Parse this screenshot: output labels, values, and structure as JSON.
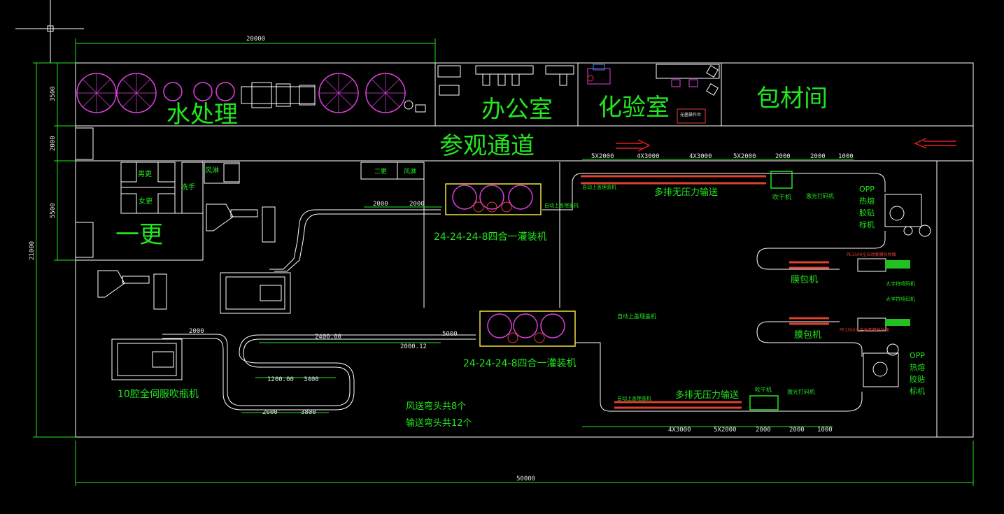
{
  "colors": {
    "background": "#000000",
    "text": "#22e61e",
    "wall": "#ffffff",
    "dimension": "#22e61e",
    "tank": "#e040e0",
    "conveyor": "#e04030",
    "filler": "#f0e040",
    "arrow": "#e02020"
  },
  "rooms": {
    "water": "水处理",
    "office": "办公室",
    "lab": "化验室",
    "packing": "包材间",
    "corridor": "参观通道",
    "changing": "一更",
    "male": "男更",
    "female": "女更",
    "wash": "洗手",
    "air": "风淋",
    "second": "二更",
    "air2": "风淋"
  },
  "lab_equipment_label": "无菌操作台",
  "dims": {
    "top_total": "20000",
    "bottom_total": "50000",
    "height_total": "21000",
    "row_3500": "3500",
    "row_2000": "2000",
    "row_5500": "5500",
    "upper_2000a": "2000",
    "upper_2000b": "2000",
    "top_5x2000": "5X2000",
    "top_4x3000a": "4X3000",
    "top_4x3000b": "4X3000",
    "top_5x2000b": "5X2000",
    "top_2000a": "2000",
    "top_2000b": "2000",
    "top_1000": "1000",
    "bot_4x3000": "4X3000",
    "bot_5x2000": "5X2000",
    "bot_2000a": "2000",
    "bot_2000b": "2000",
    "bot_1000": "1000",
    "low_2000": "2000",
    "low_2400": "2400.00",
    "low_2000b": "2000.12",
    "low_1200a": "1200.00",
    "low_3400": "3400",
    "low_2600": "2600",
    "low_3800": "3800",
    "low_5000": "5000"
  },
  "labels": {
    "filler_top": "24-24-24-8四合一灌装机",
    "filler_bottom": "24-24-24-8四合一灌装机",
    "blow_molder": "10腔全伺服吹瓶机",
    "conveyor_top": "多排无压力输送",
    "conveyor_bottom": "多排无压力输送",
    "dryer_top": "吹干机",
    "dryer_bottom": "吹干机",
    "laser_top": "激光打码机",
    "laser_bottom": "激光打码机",
    "film_wrap_top": "膜包机",
    "film_wrap_bottom": "膜包机",
    "opp_top": "OPP 热熔 胶贴 标机",
    "opp_bottom": "OPP 热熔 胶贴 标机",
    "auto_capper_top": "自动上盖理盖机",
    "auto_capper_bottom": "自动上盖理盖机",
    "auto_capper_bottom2": "自动上盖理盖机",
    "bottle_label_top": "自动上盖理盖机",
    "char_printer_top": "大字符喷码机",
    "char_printer_bottom": "大字符喷码机",
    "pe_top": "PE1500全自动套膜热收缩",
    "pe_bottom": "PE1500全自动套膜热收缩",
    "air_bends": "风送弯头共8个",
    "conv_bends": "输送弯头共12个"
  }
}
